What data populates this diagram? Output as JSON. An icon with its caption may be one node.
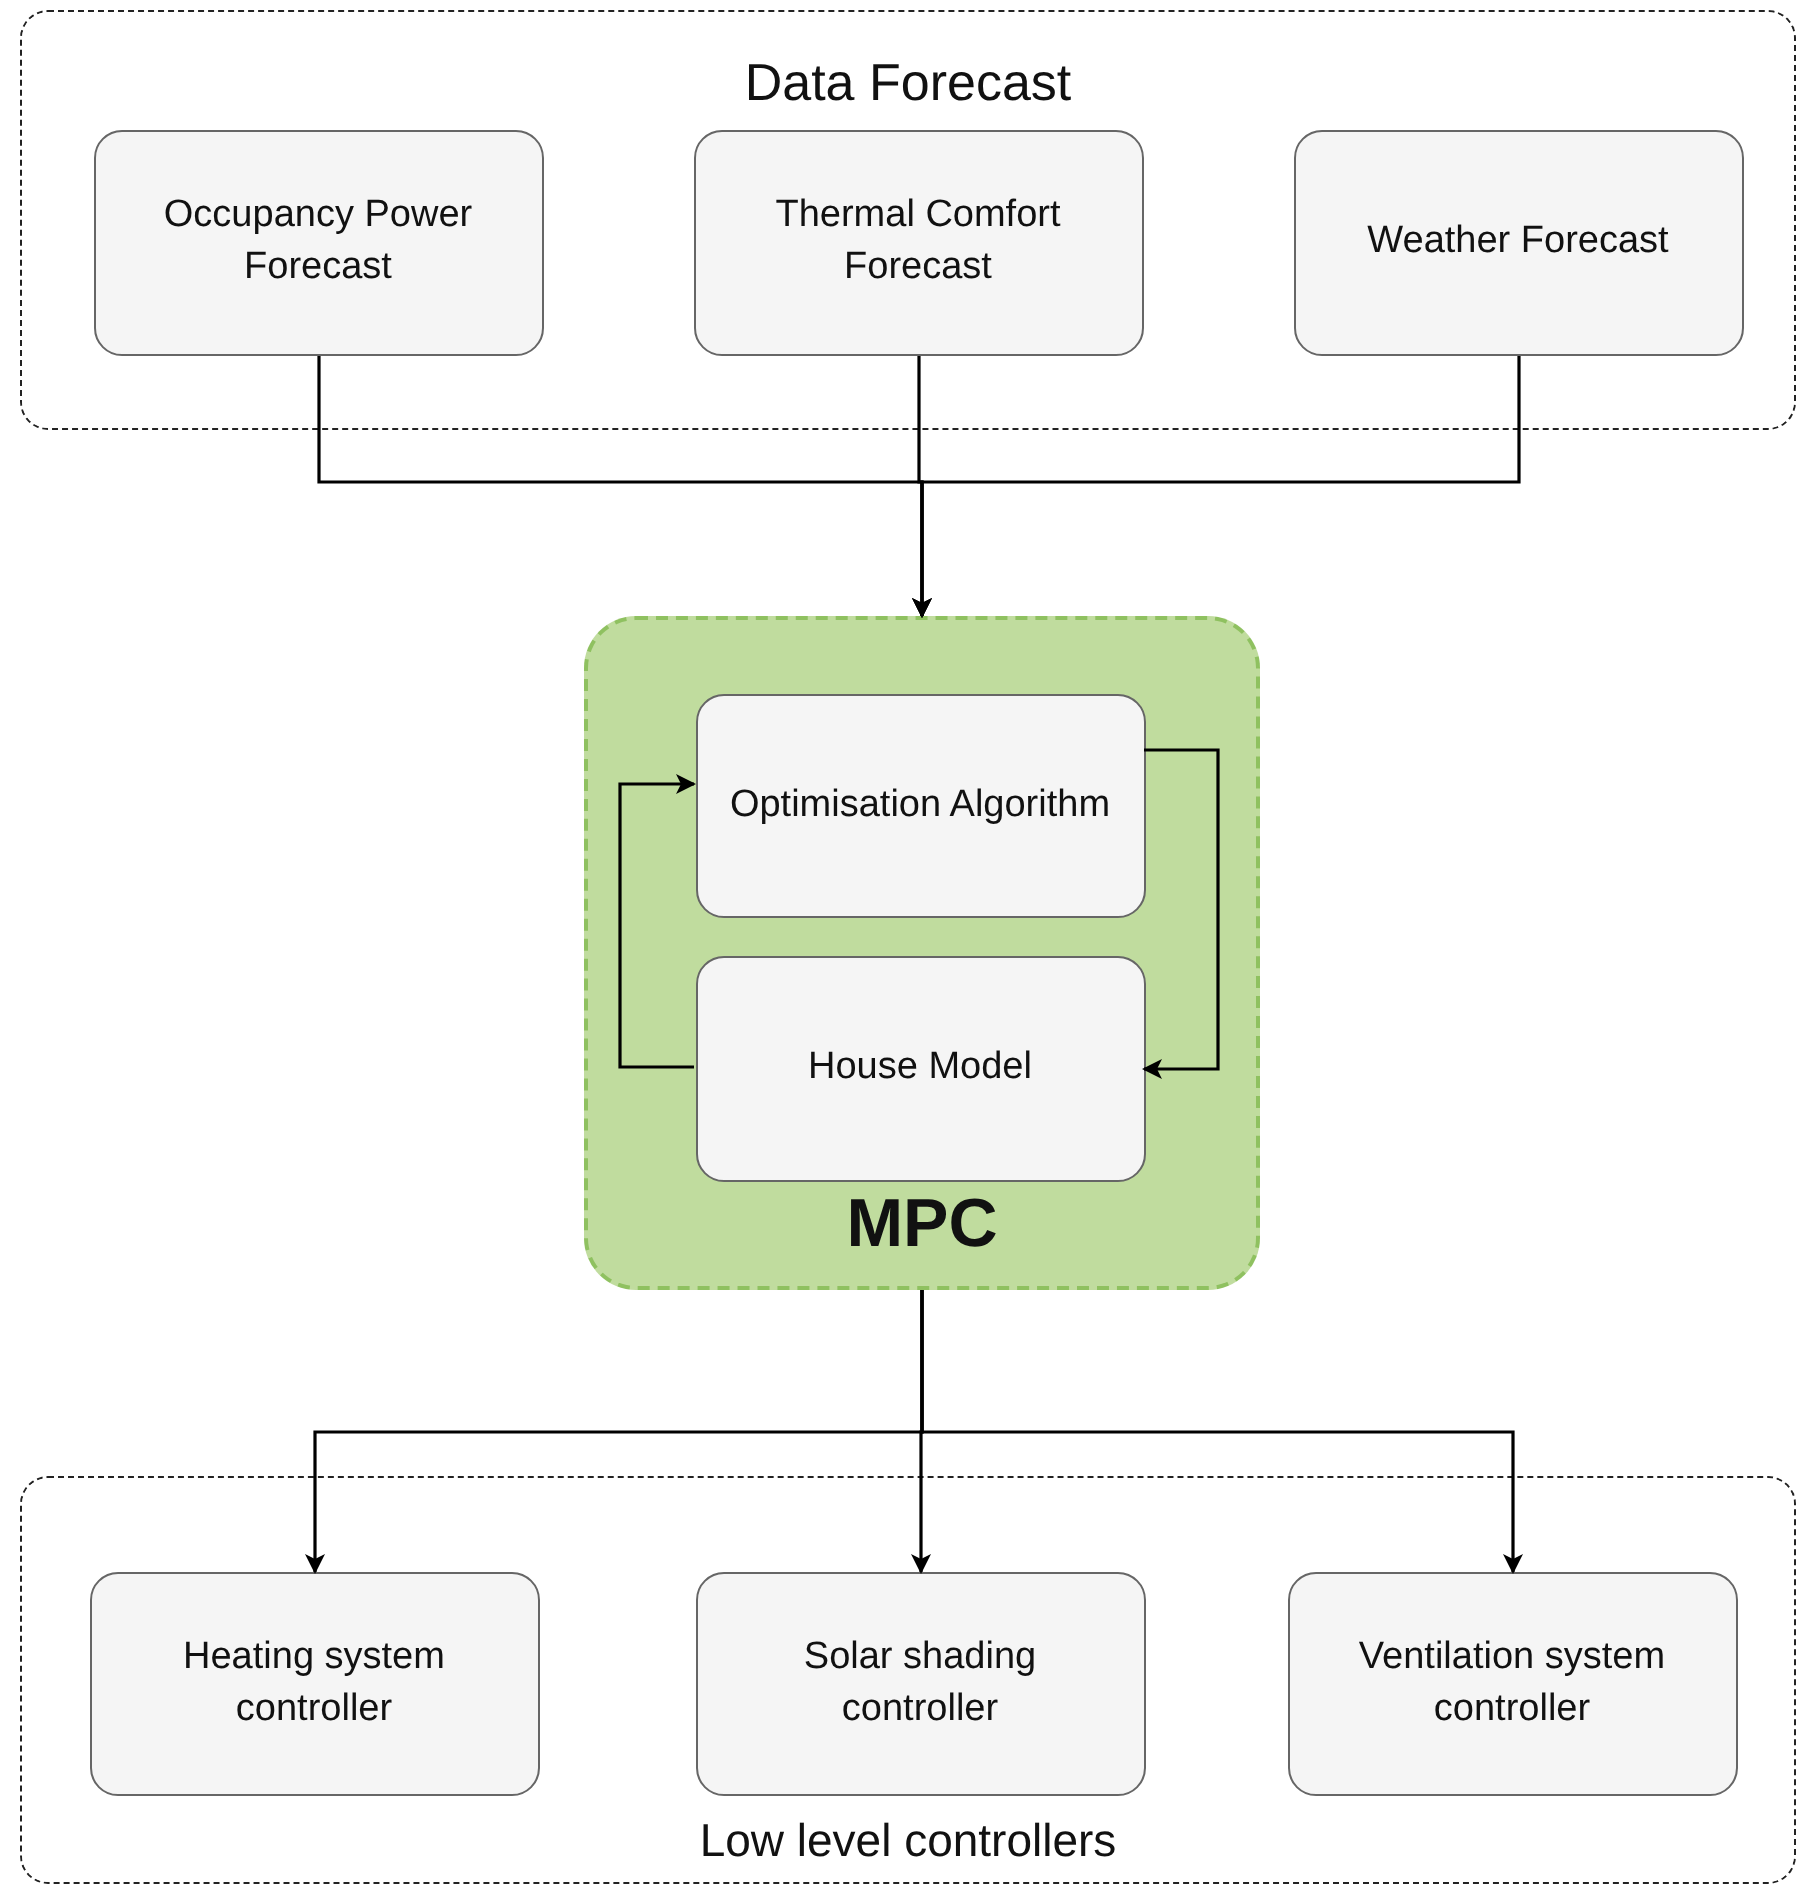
{
  "diagram": {
    "nodes": [
      {
        "text": [
          "Data Forecast"
        ]
      },
      {
        "text": [
          "Occupancy Power Forecast"
        ],
        "in": 0
      },
      {
        "text": [
          "Thermal Comfort Forecast"
        ],
        "in": 0
      },
      {
        "text": [
          "Weather Forecast"
        ],
        "in": 0
      },
      {
        "text": [
          "MPC"
        ]
      },
      {
        "text": [
          "Optimisation Algorithm"
        ],
        "in": 4
      },
      {
        "text": [
          "House Model"
        ],
        "in": 4
      },
      {
        "text": [
          "Low level controllers"
        ]
      },
      {
        "text": [
          "Heating system controller"
        ],
        "in": 7
      },
      {
        "text": [
          "Solar shading controller"
        ],
        "in": 7
      },
      {
        "text": [
          "Ventilation system controller"
        ],
        "in": 7
      }
    ],
    "edges": [
      {
        "from": 1,
        "to": 4,
        "arrow": "to"
      },
      {
        "from": 2,
        "to": 4,
        "arrow": "to"
      },
      {
        "from": 3,
        "to": 4,
        "arrow": "to"
      },
      {
        "from": 6,
        "to": 5,
        "arrow": "to"
      },
      {
        "from": 5,
        "to": 6,
        "arrow": "to"
      },
      {
        "from": 4,
        "to": 8,
        "arrow": "to"
      },
      {
        "from": 4,
        "to": 9,
        "arrow": "to"
      },
      {
        "from": 4,
        "to": 10,
        "arrow": "to"
      }
    ]
  }
}
